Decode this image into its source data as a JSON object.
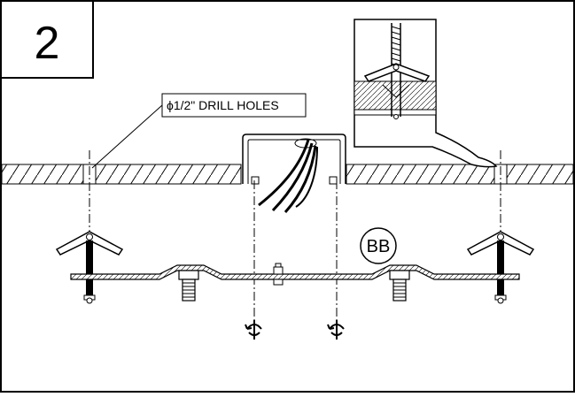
{
  "step": {
    "number": "2"
  },
  "callouts": {
    "drill_holes": "ϕ1/2\" DRILL HOLES",
    "part_label": "BB"
  },
  "colors": {
    "line": "#000000",
    "background": "#ffffff",
    "hatch_fill": "#ffffff"
  },
  "icons": {
    "rotation_arrow": "rotate-screw-icon",
    "toggle_bolt": "toggle-bolt-icon",
    "detail_inset": "toggle-bolt-detail-icon"
  }
}
